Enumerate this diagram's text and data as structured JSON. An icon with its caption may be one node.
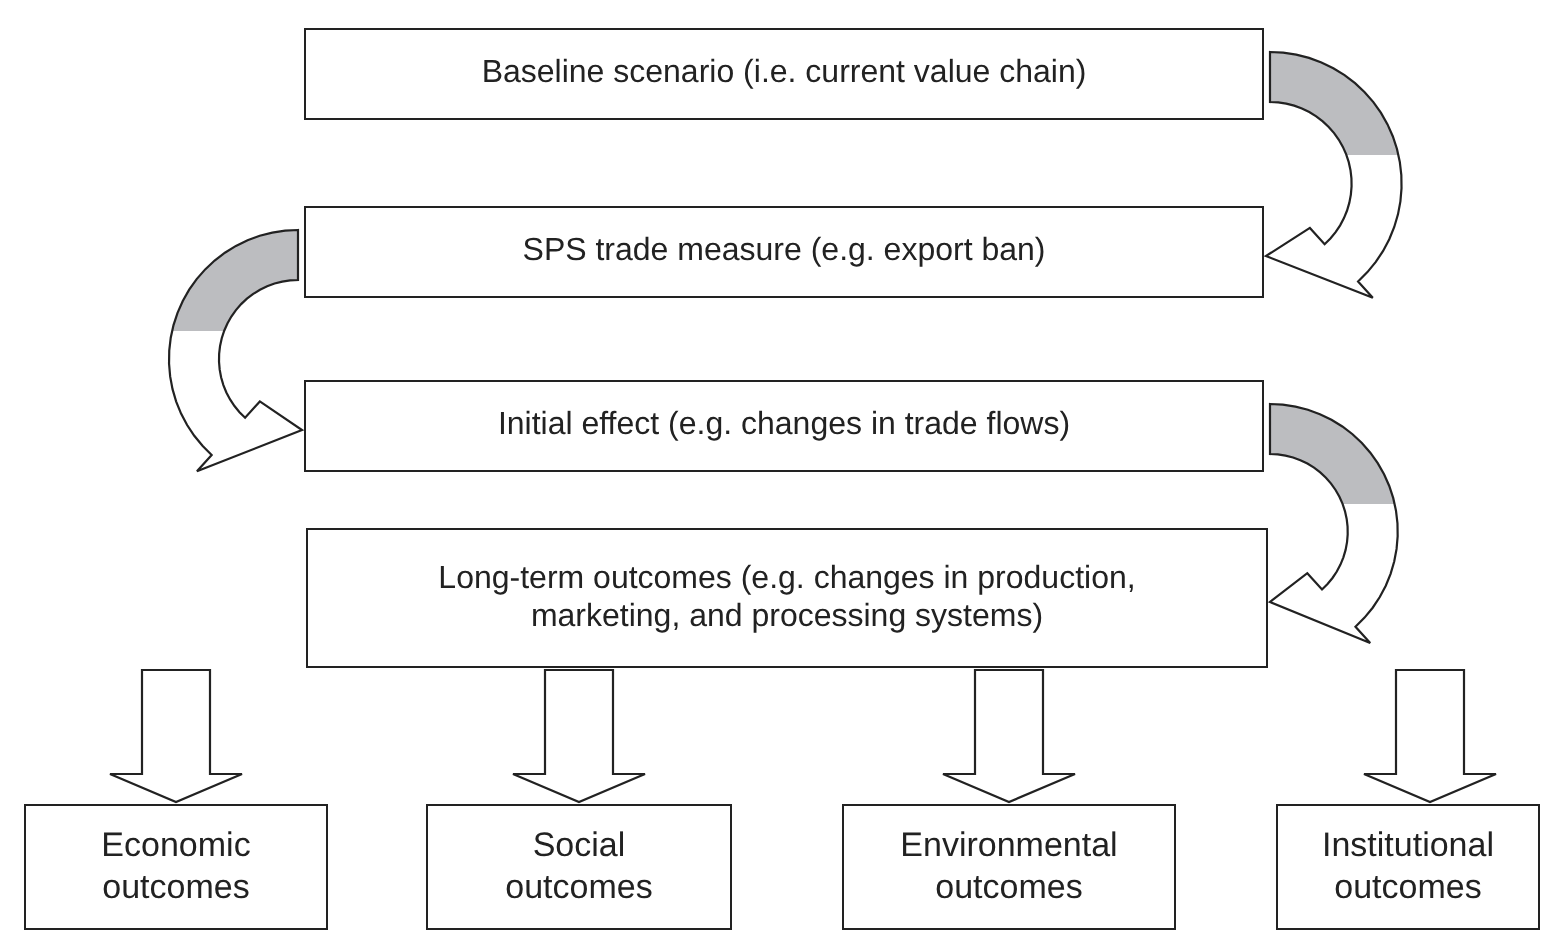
{
  "diagram": {
    "nodes": [
      {
        "text": [
          "Baseline scenario (i.e. current value chain)"
        ]
      },
      {
        "text": [
          "SPS trade measure (e.g. export ban)"
        ]
      },
      {
        "text": [
          "Initial effect (e.g. changes in trade flows)"
        ]
      },
      {
        "text": [
          "Long-term outcomes (e.g. changes in production, marketing, and processing systems)"
        ]
      },
      {
        "text": [
          "Economic outcomes"
        ]
      },
      {
        "text": [
          "Social outcomes"
        ]
      },
      {
        "text": [
          "Environmental outcomes"
        ]
      },
      {
        "text": [
          "Institutional outcomes"
        ]
      }
    ],
    "edges": [
      {
        "from": 0,
        "to": 1,
        "arrow": "to"
      },
      {
        "from": 1,
        "to": 2,
        "arrow": "to"
      },
      {
        "from": 2,
        "to": 3,
        "arrow": "to"
      },
      {
        "from": 3,
        "to": 4,
        "arrow": "to"
      },
      {
        "from": 3,
        "to": 5,
        "arrow": "to"
      },
      {
        "from": 3,
        "to": 6,
        "arrow": "to"
      },
      {
        "from": 3,
        "to": 7,
        "arrow": "to"
      }
    ]
  }
}
